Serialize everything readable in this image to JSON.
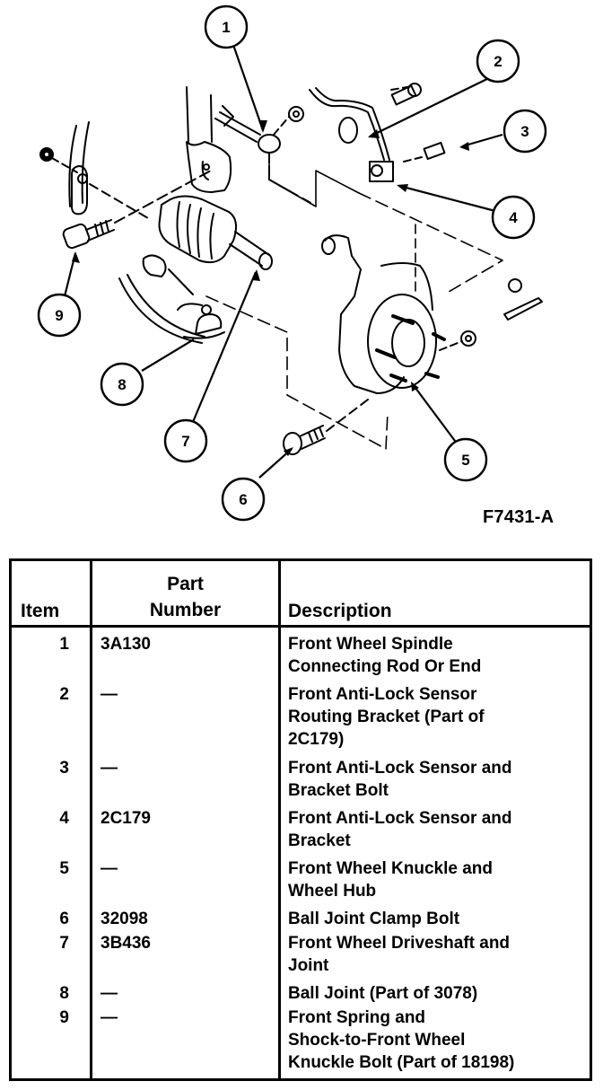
{
  "figure": {
    "id": "F7431-A",
    "callouts": [
      "1",
      "2",
      "3",
      "4",
      "5",
      "6",
      "7",
      "8",
      "9"
    ]
  },
  "table": {
    "headers": {
      "item": "Item",
      "part_number": "Part\nNumber",
      "description": "Description"
    },
    "rows": [
      {
        "item": "1",
        "part_number": "3A130",
        "description": "Front Wheel Spindle\nConnecting Rod Or End"
      },
      {
        "item": "2",
        "part_number": "—",
        "description": "Front Anti-Lock Sensor\nRouting Bracket (Part of\n2C179)"
      },
      {
        "item": "3",
        "part_number": "—",
        "description": "Front Anti-Lock Sensor and\nBracket Bolt"
      },
      {
        "item": "4",
        "part_number": "2C179",
        "description": "Front Anti-Lock Sensor and\nBracket"
      },
      {
        "item": "5",
        "part_number": "—",
        "description": "Front Wheel Knuckle and\nWheel Hub"
      },
      {
        "item": "6",
        "part_number": "32098",
        "description": "Ball Joint Clamp Bolt"
      },
      {
        "item": "7",
        "part_number": "3B436",
        "description": "Front Wheel Driveshaft and\nJoint"
      },
      {
        "item": "8",
        "part_number": "—",
        "description": "Ball Joint (Part of 3078)"
      },
      {
        "item": "9",
        "part_number": "—",
        "description": "Front Spring and\nShock-to-Front Wheel\nKnuckle Bolt (Part of 18198)"
      }
    ]
  }
}
